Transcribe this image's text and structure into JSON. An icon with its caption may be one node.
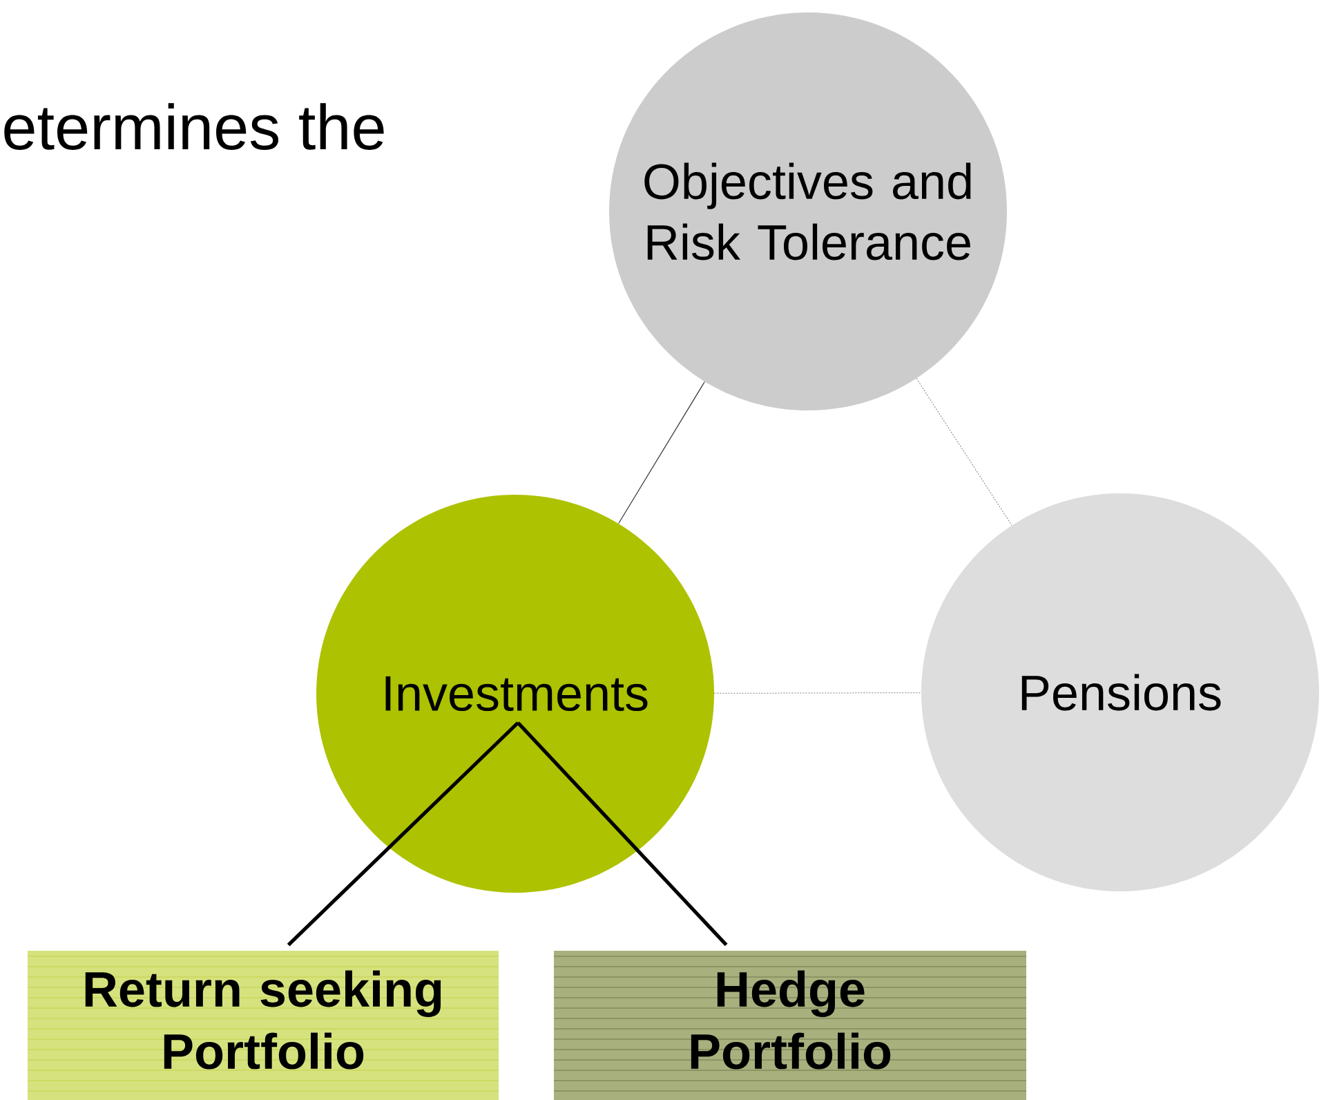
{
  "diagram": {
    "nodes": [
      {
        "text": [
          "Objectives and Risk Tolerance"
        ]
      },
      {
        "text": [
          "Investments"
        ]
      },
      {
        "text": [
          "Pensions"
        ]
      },
      {
        "text": [
          "Return seeking Portfolio"
        ]
      },
      {
        "text": [
          "Hedge Portfolio"
        ]
      }
    ],
    "edges": [
      {
        "from": 0,
        "to": 1,
        "arrow": "none"
      },
      {
        "from": 0,
        "to": 2,
        "arrow": "none",
        "style": "dashed"
      },
      {
        "from": 1,
        "to": 2,
        "arrow": "none",
        "style": "dashed"
      },
      {
        "from": 1,
        "to": 3,
        "arrow": "none",
        "style": "thick",
        "color": "#000000"
      },
      {
        "from": 1,
        "to": 4,
        "arrow": "none",
        "style": "thick",
        "color": "#000000"
      }
    ],
    "labels": [
      "etermines the"
    ]
  }
}
